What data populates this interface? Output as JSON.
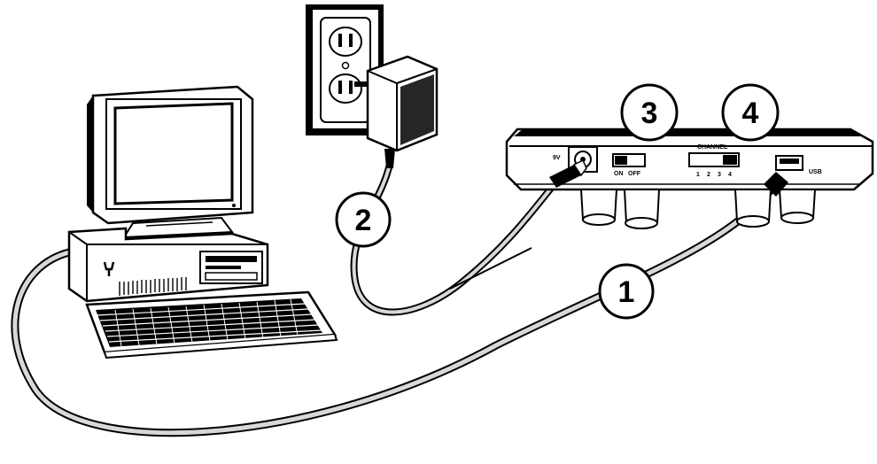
{
  "callouts": {
    "one": "1",
    "two": "2",
    "three": "3",
    "four": "4"
  },
  "receiver": {
    "power_label": "9V",
    "on_label": "ON",
    "off_label": "OFF",
    "channel_label": "CHANNEL",
    "channel_numbers": [
      "1",
      "2",
      "3",
      "4"
    ],
    "usb_label": "USB"
  },
  "colors": {
    "ink": "#000000",
    "paper": "#ffffff",
    "cable_fill": "#d8d8d8"
  }
}
